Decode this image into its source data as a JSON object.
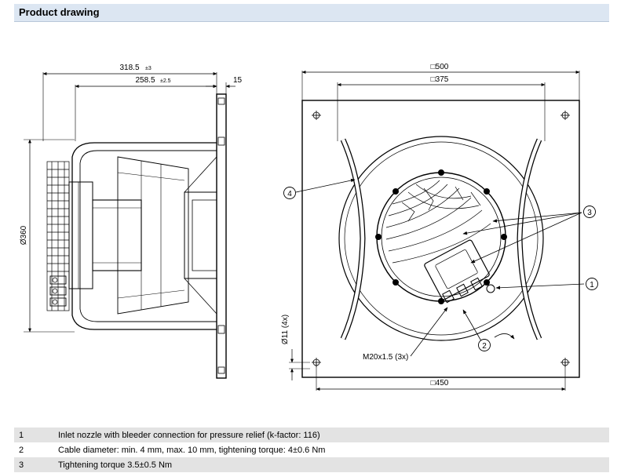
{
  "header": {
    "title": "Product drawing"
  },
  "dimensions": {
    "side_overall": "318.5",
    "side_overall_tol": "±3",
    "side_inner": "258.5",
    "side_inner_tol": "±2.5",
    "flange": "15",
    "diameter": "Ø360",
    "plate_width": "□500",
    "hole_spacing": "□375",
    "base_spacing": "□450",
    "mount_holes": "Ø11 (4x)",
    "cable_gland": "M20x1.5 (3x)"
  },
  "callouts": [
    "1",
    "2",
    "3",
    "4"
  ],
  "legend": [
    {
      "num": "1",
      "text": "Inlet nozzle with bleeder connection for pressure relief (k-factor: 116)"
    },
    {
      "num": "2",
      "text": "Cable diameter: min. 4 mm, max. 10 mm, tightening torque: 4±0.6 Nm"
    },
    {
      "num": "3",
      "text": "Tightening torque 3.5±0.5 Nm"
    }
  ]
}
